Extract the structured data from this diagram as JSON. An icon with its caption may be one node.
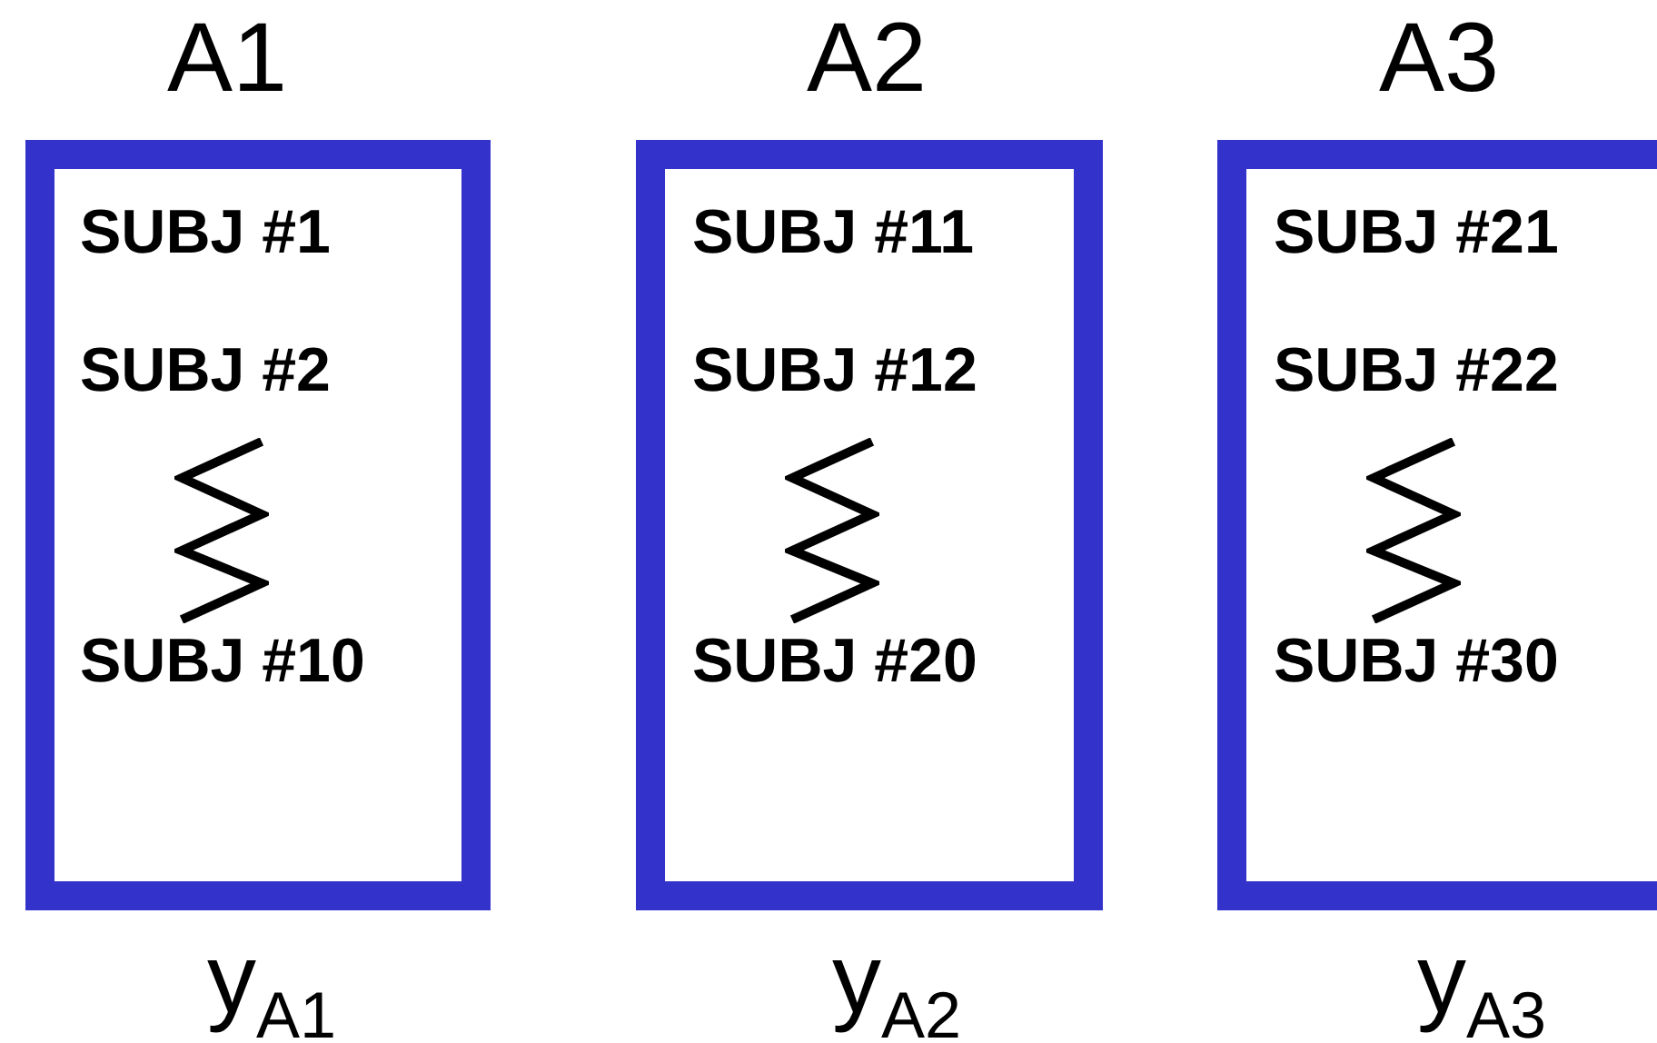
{
  "diagram": {
    "nodes": [
      {
        "text": [
          "A1",
          "SUBJ #1",
          "SUBJ #2",
          "SUBJ #10"
        ],
        "beside": [
          "y$_{A1}$"
        ]
      },
      {
        "text": [
          "A2",
          "SUBJ #11",
          "SUBJ #12",
          "SUBJ #20"
        ],
        "beside": [
          "y$_{A2}$"
        ]
      },
      {
        "text": [
          "A3",
          "SUBJ #21",
          "SUBJ #22",
          "SUBJ #30"
        ],
        "beside": [
          "y$_{A3}$"
        ]
      }
    ]
  }
}
